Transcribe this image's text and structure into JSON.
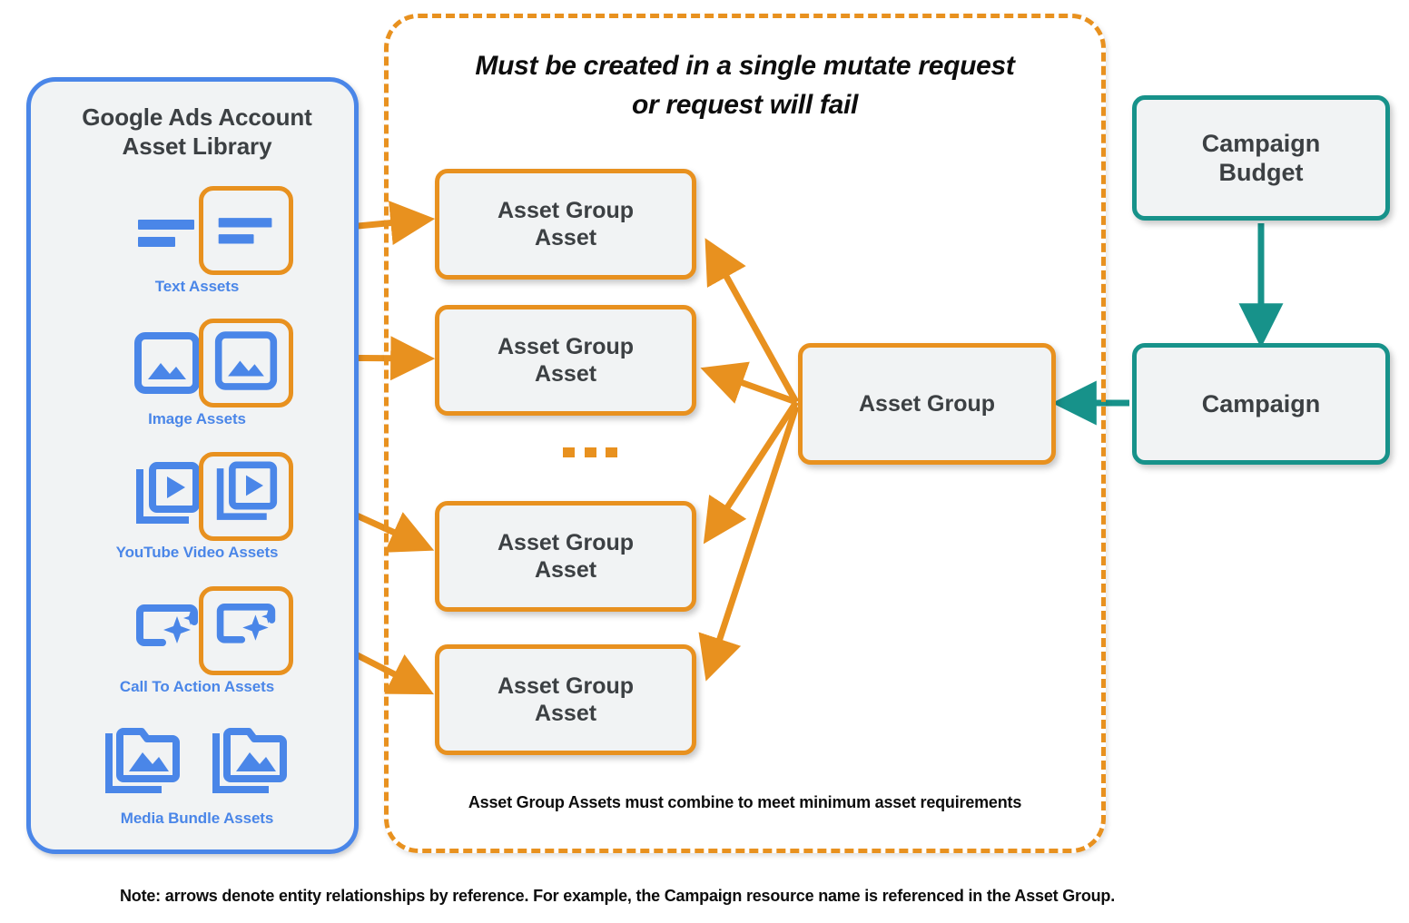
{
  "colors": {
    "orange": "#e8911f",
    "blue": "#4a86e8",
    "teal": "#17928a",
    "node_fill": "#f1f3f4",
    "text_dark": "#3c4043"
  },
  "sidebar": {
    "title_line1": "Google Ads Account",
    "title_line2": "Asset Library",
    "assets": [
      {
        "caption": "Text Assets",
        "icon": "text-lines-icon"
      },
      {
        "caption": "Image Assets",
        "icon": "image-icon"
      },
      {
        "caption": "YouTube Video  Assets",
        "icon": "video-stack-icon"
      },
      {
        "caption": "Call To Action Assets",
        "icon": "call-to-action-sparkle-icon"
      },
      {
        "caption": "Media Bundle  Assets",
        "icon": "media-bundle-folder-icon"
      }
    ]
  },
  "mutate_container": {
    "title_line1": "Must be created in a single mutate request",
    "title_line2": "or request will fail",
    "footnote": "Asset Group Assets must combine to meet minimum asset requirements",
    "ellipsis": "..."
  },
  "nodes": {
    "asset_group_assets": [
      {
        "line1": "Asset Group",
        "line2": "Asset"
      },
      {
        "line1": "Asset Group",
        "line2": "Asset"
      },
      {
        "line1": "Asset Group",
        "line2": "Asset"
      },
      {
        "line1": "Asset Group",
        "line2": "Asset"
      }
    ],
    "asset_group": "Asset Group",
    "campaign_budget_line1": "Campaign",
    "campaign_budget_line2": "Budget",
    "campaign": "Campaign"
  },
  "footer": {
    "note": "Note: arrows denote entity relationships by reference. For example, the Campaign resource name is referenced in the Asset Group."
  }
}
